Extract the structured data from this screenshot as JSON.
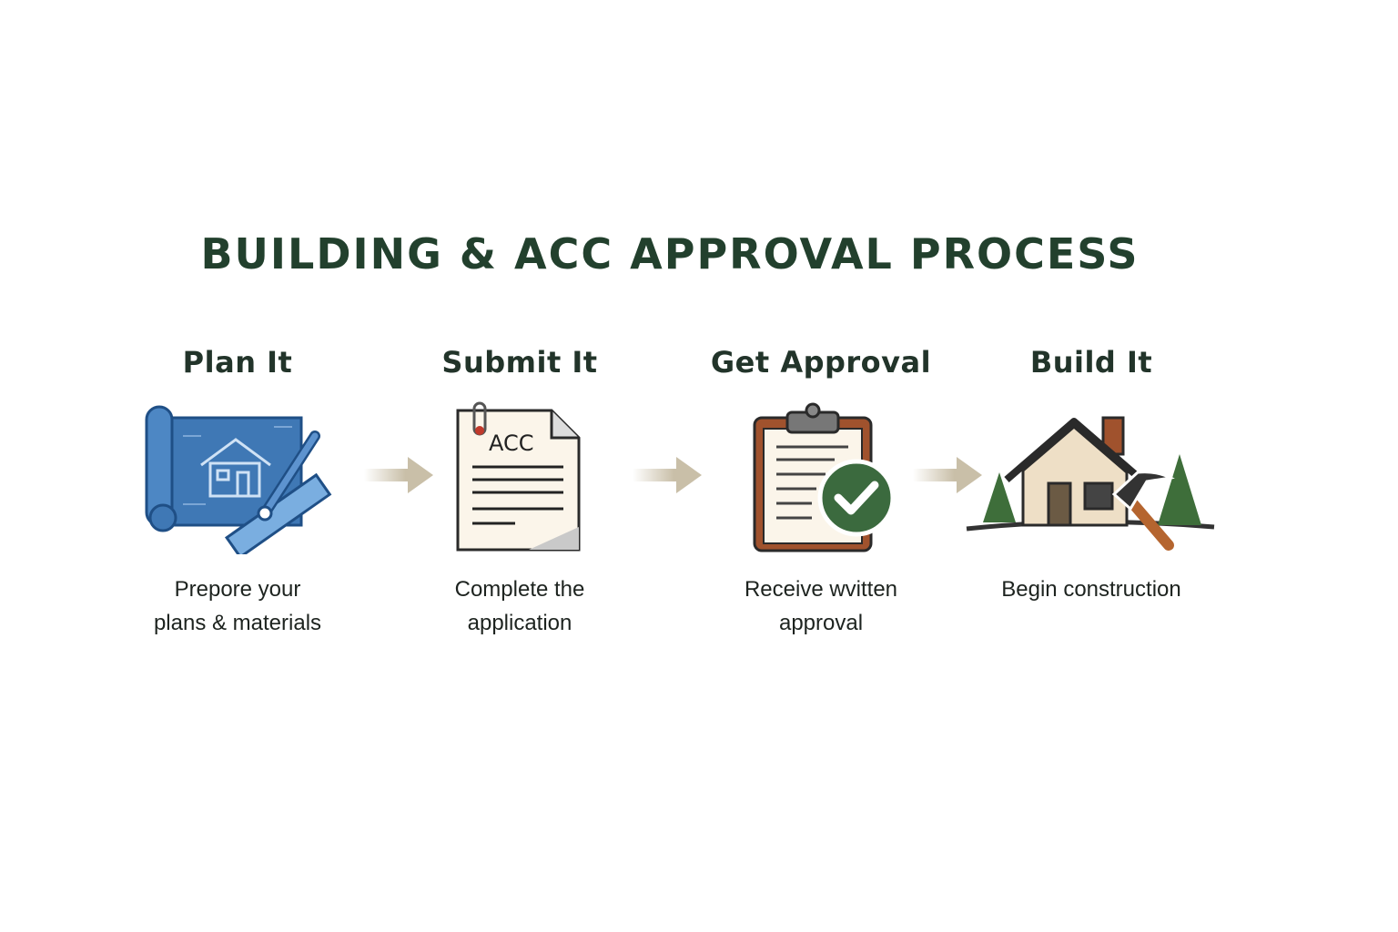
{
  "title": "BUILDING & ACC APPROVAL PROCESS",
  "steps": [
    {
      "heading": "Plan It",
      "desc_line1": "Prepore your",
      "desc_line2": "plans & materials",
      "icon": "blueprint-icon"
    },
    {
      "heading": "Submit It",
      "desc_line1": "Complete the",
      "desc_line2": "application",
      "icon": "document-icon",
      "doc_label": "ACC"
    },
    {
      "heading": "Get Approval",
      "desc_line1": "Receive wvitten",
      "desc_line2": "approval",
      "icon": "clipboard-check-icon"
    },
    {
      "heading": "Build It",
      "desc_line1": "Begin construction",
      "desc_line2": "",
      "icon": "house-hammer-icon"
    }
  ],
  "colors": {
    "title": "#22402d",
    "arrow": "#c9bfa8",
    "blueprint": "#3f78b5",
    "check": "#3b6a3e"
  }
}
